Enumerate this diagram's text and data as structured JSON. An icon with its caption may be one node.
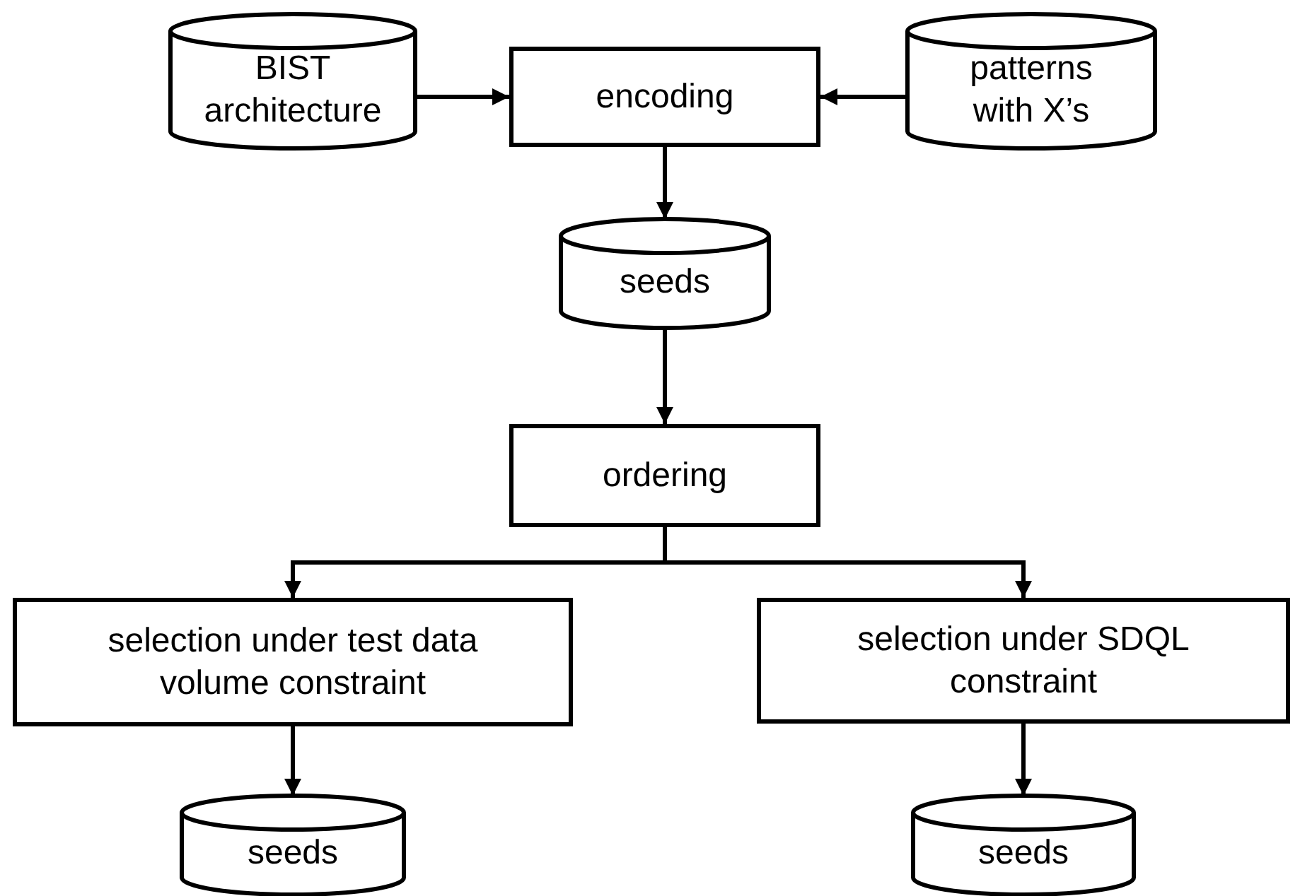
{
  "diagram": {
    "nodes": [
      {
        "text": [
          "BIST architecture"
        ]
      },
      {
        "text": [
          "encoding"
        ]
      },
      {
        "text": [
          "patterns with X’s"
        ]
      },
      {
        "text": [
          "seeds"
        ]
      },
      {
        "text": [
          "ordering"
        ]
      },
      {
        "text": [
          "selection under test data volume constraint"
        ]
      },
      {
        "text": [
          "selection under SDQL constraint"
        ]
      },
      {
        "text": [
          "seeds"
        ]
      },
      {
        "text": [
          "seeds"
        ]
      }
    ],
    "edges": [
      {
        "from": 0,
        "to": 1,
        "arrow": "to"
      },
      {
        "from": 2,
        "to": 1,
        "arrow": "to"
      },
      {
        "from": 1,
        "to": 3,
        "arrow": "to"
      },
      {
        "from": 3,
        "to": 4,
        "arrow": "to"
      },
      {
        "from": 4,
        "to": 5,
        "arrow": "to"
      },
      {
        "from": 4,
        "to": 6,
        "arrow": "to"
      },
      {
        "from": 5,
        "to": 7,
        "arrow": "to"
      },
      {
        "from": 6,
        "to": 8,
        "arrow": "to"
      }
    ]
  }
}
